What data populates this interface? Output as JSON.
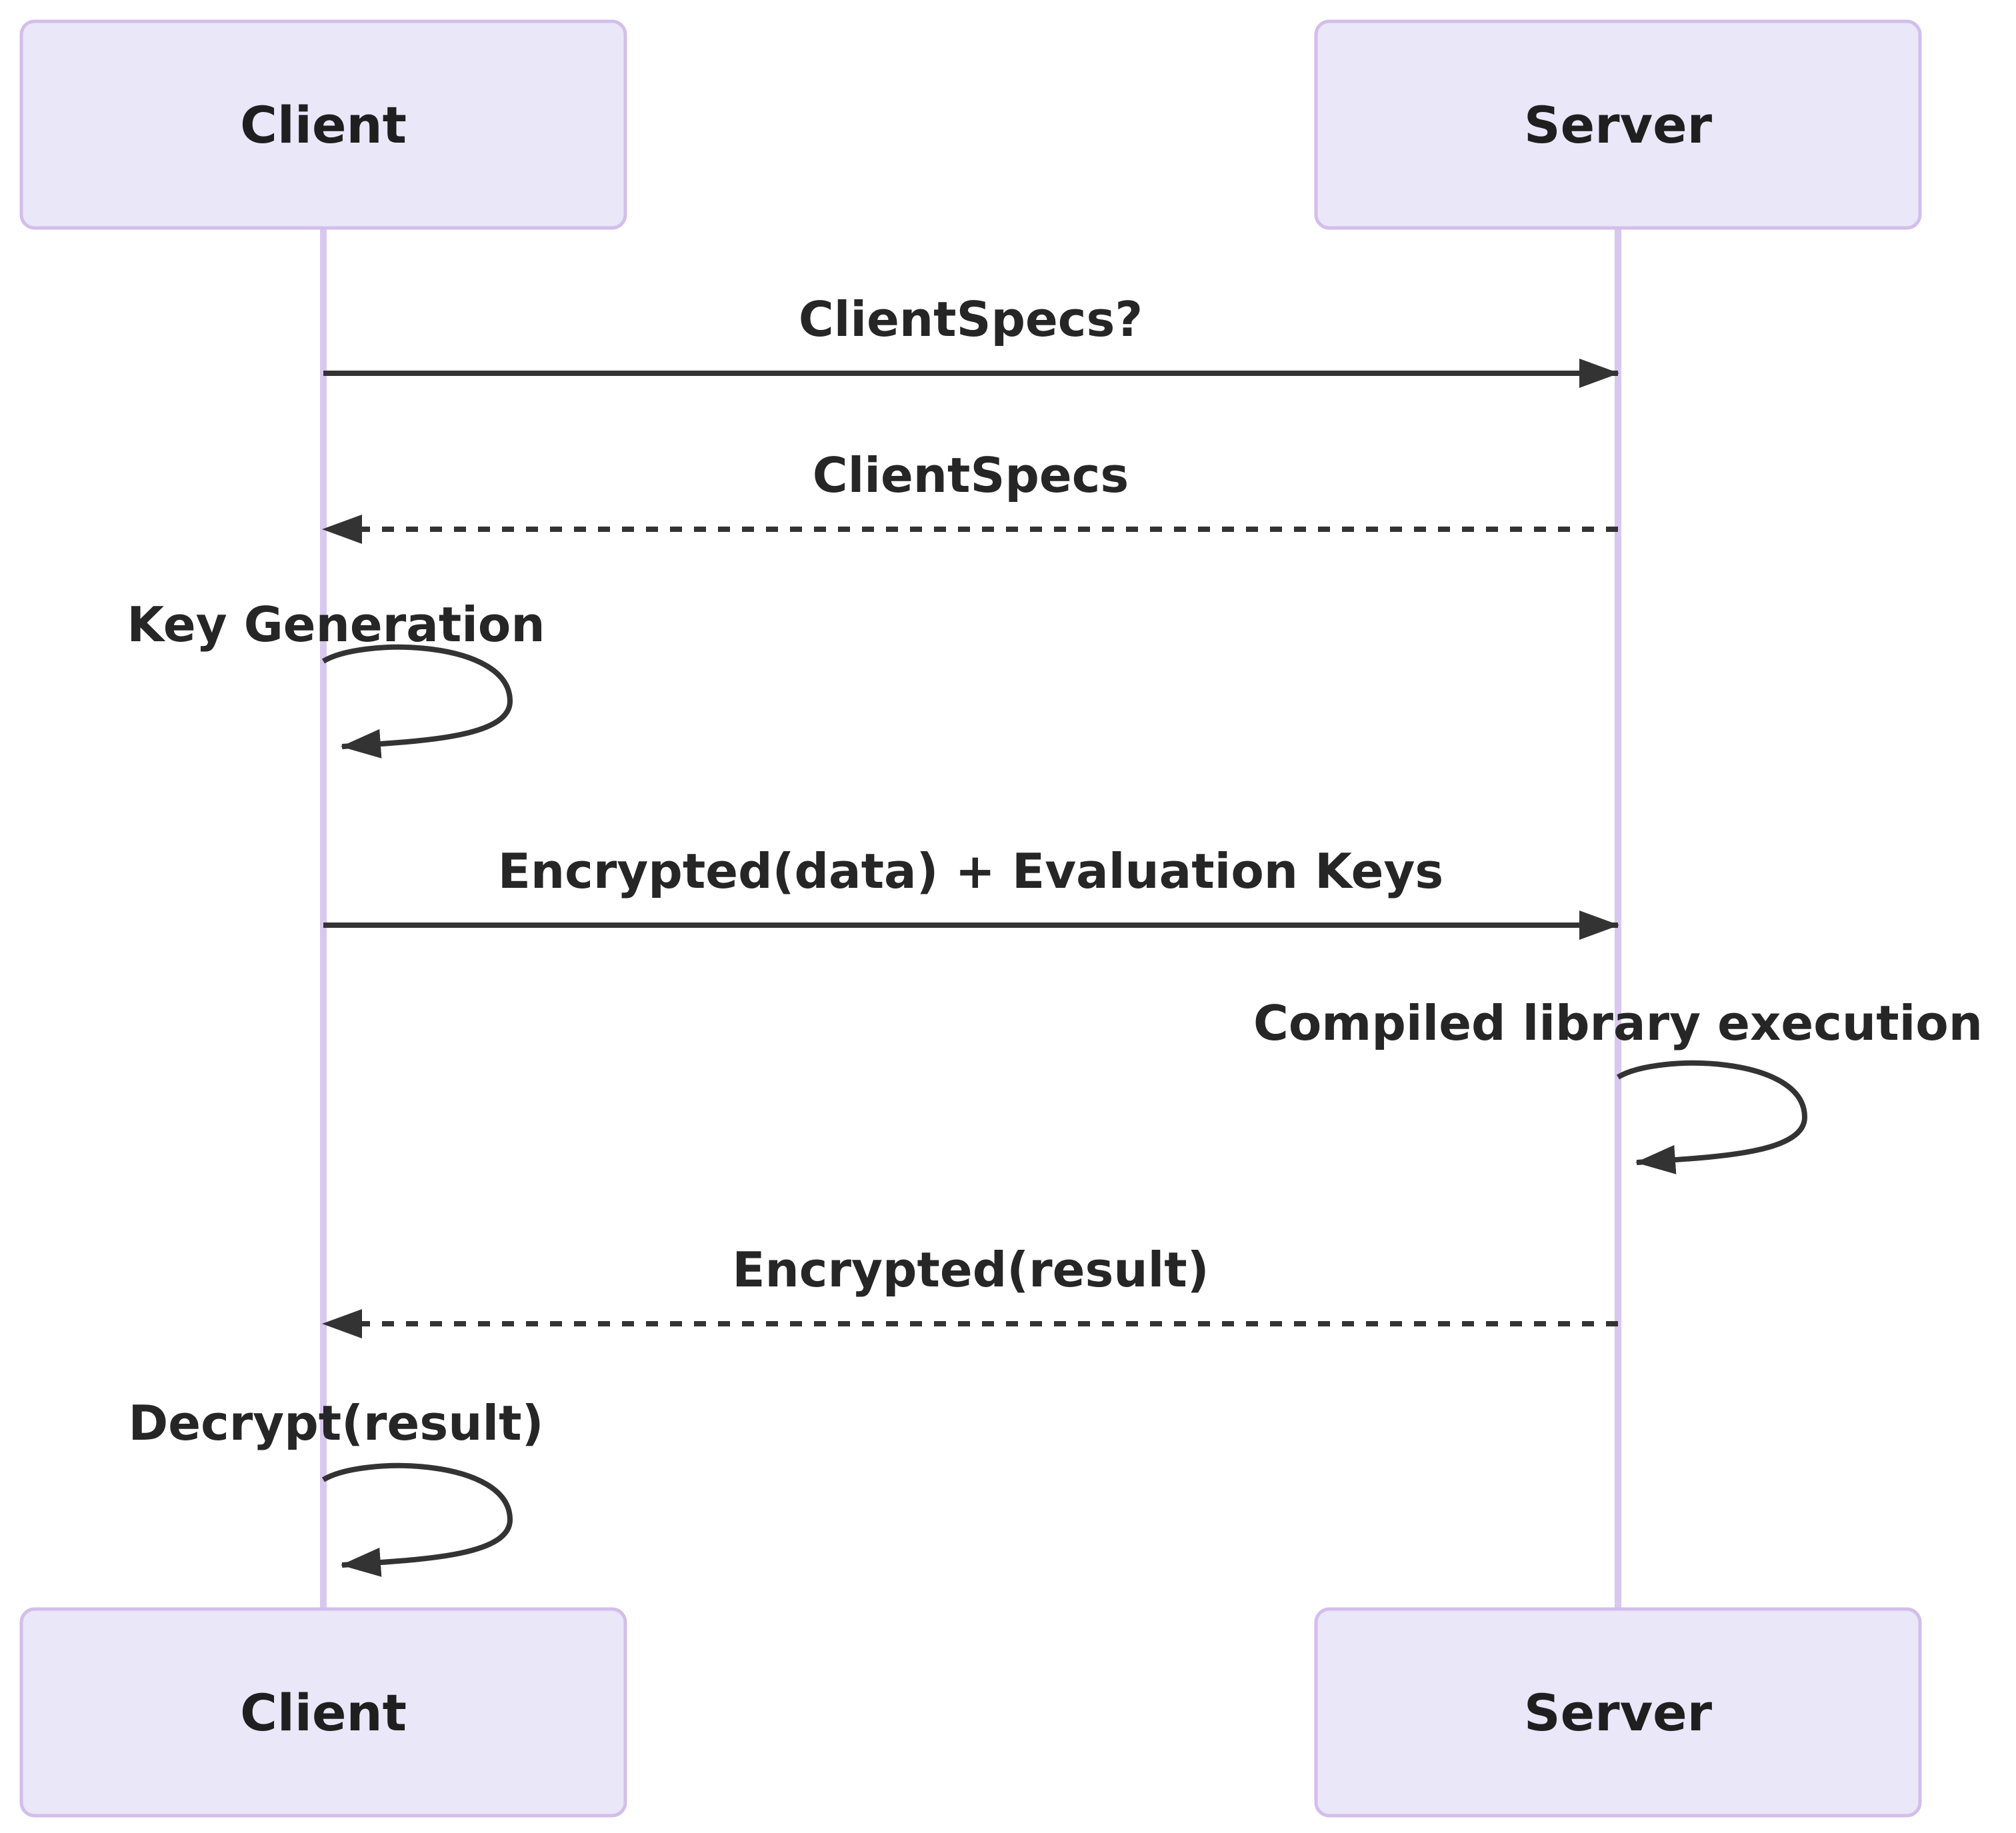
{
  "diagram": {
    "type": "sequence-diagram",
    "actors": [
      {
        "id": "client",
        "label": "Client"
      },
      {
        "id": "server",
        "label": "Server"
      }
    ],
    "messages": [
      {
        "from": "Client",
        "to": "Server",
        "label": "ClientSpecs?",
        "line": "solid"
      },
      {
        "from": "Server",
        "to": "Client",
        "label": "ClientSpecs",
        "line": "dashed"
      },
      {
        "from": "Client",
        "to": "Client",
        "label": "Key Generation",
        "line": "self-loop"
      },
      {
        "from": "Client",
        "to": "Server",
        "label": "Encrypted(data) + Evaluation Keys",
        "line": "solid"
      },
      {
        "from": "Server",
        "to": "Server",
        "label": "Compiled library execution",
        "line": "self-loop"
      },
      {
        "from": "Server",
        "to": "Client",
        "label": "Encrypted(result)",
        "line": "dashed"
      },
      {
        "from": "Client",
        "to": "Client",
        "label": "Decrypt(result)",
        "line": "self-loop"
      }
    ],
    "colors": {
      "background": "#ffffff",
      "actor_fill": "#e9e7f8",
      "actor_border": "#d3beea",
      "lifeline": "#d8c7f0",
      "message_line": "#333333",
      "text": "#262626"
    }
  }
}
